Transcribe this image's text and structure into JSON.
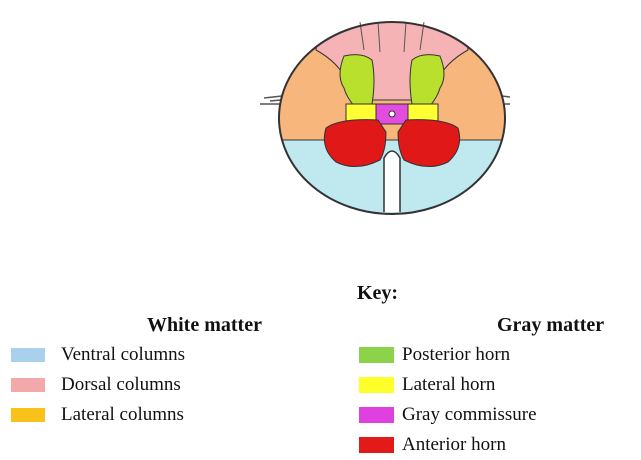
{
  "key_label": "Key:",
  "white_matter": {
    "title": "White matter",
    "items": [
      {
        "label": "Ventral columns",
        "color": "#a9d0ec"
      },
      {
        "label": "Dorsal columns",
        "color": "#f3a9a9"
      },
      {
        "label": "Lateral columns",
        "color": "#f9c21a"
      }
    ]
  },
  "gray_matter": {
    "title": "Gray matter",
    "items": [
      {
        "label": "Posterior horn",
        "color": "#8cd24a"
      },
      {
        "label": "Lateral horn",
        "color": "#ffff2a"
      },
      {
        "label": "Gray commissure",
        "color": "#e040e0"
      },
      {
        "label": "Anterior horn",
        "color": "#e21a1a"
      }
    ]
  },
  "region_colors": {
    "dorsal": "#f6b3b6",
    "lateral": "#f7b77c",
    "ventral": "#bfe9ef",
    "posterior_horn": "#b9e02c",
    "lateral_horn": "#ffff33",
    "commissure": "#e24ddf",
    "anterior_horn": "#e01818",
    "outline": "#333333"
  }
}
